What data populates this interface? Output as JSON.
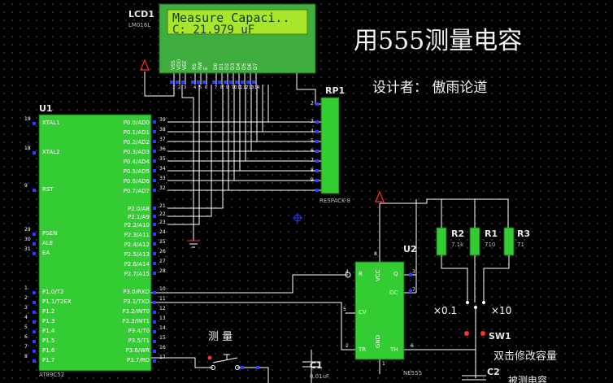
{
  "title": "用555测量电容",
  "designer": "设计者： 傲雨论道",
  "lcd": {
    "ref": "LCD1",
    "model": "LM016L",
    "line1": "Measure Capaci..",
    "line2": "C: 21.979 uF",
    "pins": [
      "VSS",
      "VDD",
      "VEE",
      "RS",
      "RW",
      "E",
      "D0",
      "D1",
      "D2",
      "D3",
      "D4",
      "D5",
      "D6",
      "D7"
    ],
    "pin_numbers": [
      "1",
      "2",
      "3",
      "4",
      "5",
      "6",
      "7",
      "8",
      "9",
      "10",
      "11",
      "12",
      "13",
      "14"
    ]
  },
  "rp1": {
    "ref": "RP1",
    "model": "RESPACK-8",
    "pin_numbers": [
      "2",
      "3",
      "4",
      "5",
      "6",
      "7",
      "8",
      "9"
    ]
  },
  "u1": {
    "ref": "U1",
    "model": "AT89C52",
    "left_pins": [
      {
        "num": "19",
        "name": "XTAL1"
      },
      {
        "num": "18",
        "name": "XTAL2"
      },
      {
        "num": "9",
        "name": "RST"
      },
      {
        "num": "29",
        "name": "PSEN"
      },
      {
        "num": "30",
        "name": "ALE"
      },
      {
        "num": "31",
        "name": "EA"
      },
      {
        "num": "1",
        "name": "P1.0/T2"
      },
      {
        "num": "2",
        "name": "P1.1/T2EX"
      },
      {
        "num": "3",
        "name": "P1.2"
      },
      {
        "num": "4",
        "name": "P1.3"
      },
      {
        "num": "5",
        "name": "P1.4"
      },
      {
        "num": "6",
        "name": "P1.5"
      },
      {
        "num": "7",
        "name": "P1.6"
      },
      {
        "num": "8",
        "name": "P1.7"
      }
    ],
    "right_pins": [
      {
        "num": "39",
        "name": "P0.0/AD0"
      },
      {
        "num": "38",
        "name": "P0.1/AD1"
      },
      {
        "num": "37",
        "name": "P0.2/AD2"
      },
      {
        "num": "36",
        "name": "P0.3/AD3"
      },
      {
        "num": "35",
        "name": "P0.4/AD4"
      },
      {
        "num": "34",
        "name": "P0.5/AD5"
      },
      {
        "num": "33",
        "name": "P0.6/AD6"
      },
      {
        "num": "32",
        "name": "P0.7/AD7"
      },
      {
        "num": "21",
        "name": "P2.0/A8"
      },
      {
        "num": "22",
        "name": "P2.1/A9"
      },
      {
        "num": "23",
        "name": "P2.2/A10"
      },
      {
        "num": "24",
        "name": "P2.3/A11"
      },
      {
        "num": "25",
        "name": "P2.4/A12"
      },
      {
        "num": "26",
        "name": "P2.5/A13"
      },
      {
        "num": "27",
        "name": "P2.6/A14"
      },
      {
        "num": "28",
        "name": "P2.7/A15"
      },
      {
        "num": "10",
        "name": "P3.0/RXD"
      },
      {
        "num": "11",
        "name": "P3.1/TXD"
      },
      {
        "num": "12",
        "name": "P3.2/INT0"
      },
      {
        "num": "13",
        "name": "P3.3/INT1"
      },
      {
        "num": "14",
        "name": "P3.4/T0"
      },
      {
        "num": "15",
        "name": "P3.5/T1"
      },
      {
        "num": "16",
        "name": "P3.6/WR"
      },
      {
        "num": "17",
        "name": "P3.7/RD"
      }
    ]
  },
  "u2": {
    "ref": "U2",
    "model": "NE555",
    "pins": {
      "R": "R",
      "VCC": "VCC",
      "Q": "Q",
      "DC": "DC",
      "CV": "CV",
      "TR": "TR",
      "GND": "GND",
      "TH": "TH"
    },
    "pin_numbers": {
      "r": "4",
      "vcc": "8",
      "q": "3",
      "dc": "7",
      "cv": "5",
      "tr": "2",
      "gnd": "1",
      "th": "6"
    }
  },
  "r2": {
    "ref": "R2",
    "value": "7.1k"
  },
  "r1": {
    "ref": "R1",
    "value": "710"
  },
  "r3": {
    "ref": "R3",
    "value": "71"
  },
  "c1": {
    "ref": "C1",
    "value": "0.01uF"
  },
  "c2": {
    "ref": "C2",
    "label": "被测电容"
  },
  "sw1": {
    "ref": "SW1",
    "left": "×0.1",
    "right": "×10"
  },
  "button_label": "测 量",
  "hint": "双击修改容量",
  "colors": {
    "part_fill": "#33cc33",
    "lcd_bg": "#a8e62c",
    "wire": "#ffffff",
    "power": "#ff3030",
    "pin_marker": "#2a3cff"
  }
}
